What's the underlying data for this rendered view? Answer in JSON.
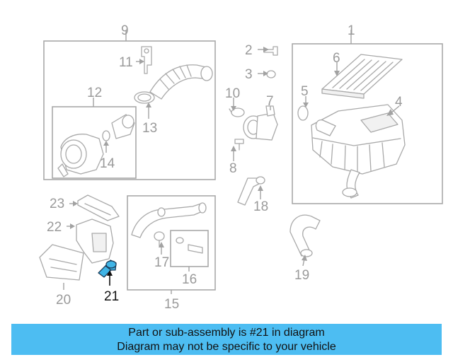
{
  "diagram": {
    "callouts": {
      "c1": "1",
      "c2": "2",
      "c3": "3",
      "c4": "4",
      "c5": "5",
      "c6": "6",
      "c7": "7",
      "c8": "8",
      "c9": "9",
      "c10": "10",
      "c11": "11",
      "c12": "12",
      "c13": "13",
      "c14": "14",
      "c15": "15",
      "c16": "16",
      "c17": "17",
      "c18": "18",
      "c19": "19",
      "c20": "20",
      "c21": "21",
      "c22": "22",
      "c23": "23"
    },
    "highlighted_part": "21",
    "colors": {
      "highlight_part": "#3fb4e6",
      "line_art": "#a9a9a9",
      "banner_background": "#4dbdf2",
      "text": "#111111"
    }
  },
  "banner": {
    "line1": "Part or sub-assembly is #21 in diagram",
    "line2": "Diagram may not be specific to your vehicle"
  }
}
